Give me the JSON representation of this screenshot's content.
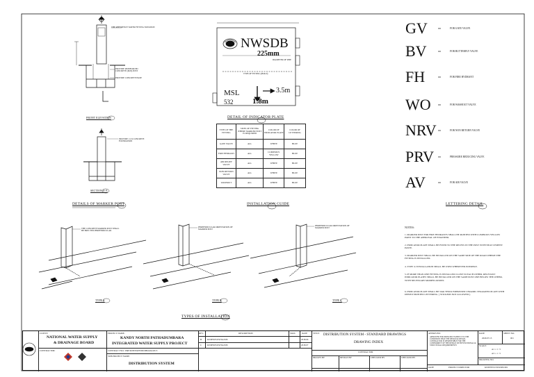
{
  "marker_post": {
    "front_elevation_label": "FRONT ELEVATION",
    "section_label": "SECTION A-A",
    "caption": "DETAILS OF MARKER POST",
    "note_top": "THE REFERENCE WATER FITTING NOTATION",
    "note_mid": "PROVIDE REINFORCED CONCRETE (M20) POST",
    "note_low": "PROVIDE CONCRETE BASE",
    "note_section": "PROVIDE 1:2:4 CONCRETE FOUNDATION"
  },
  "indicator_plate": {
    "logo_text": "NWSDB",
    "pipe_size": "225mm",
    "pipe_size_note": "DIAMETER OF PIPE",
    "distance": "3.5m",
    "msl_label": "MSL",
    "msl_value": "532",
    "depth": "1.8m",
    "center_note": "TYPE OF FITTING (BOLD)",
    "caption": "DETAIL OF INDICATOR PLATE"
  },
  "installation_guide": {
    "caption": "INSTALLATION GUIDE",
    "headers": [
      "TYPE OF THE FITTING",
      "SIZES OF FITTING WHERE MARKER POST IS REQUIRED",
      "COLOR OF INDICATOR PLATE",
      "COLOR OF LETTERING"
    ],
    "rows": [
      [
        "GATE VALVE",
        "ALL",
        "WHITE",
        "BLUE"
      ],
      [
        "FIRE HYDRANT",
        "ALL",
        "LUMINOUS YELLOW",
        "BLUE"
      ],
      [
        "AIR RELIEF VALVE",
        "ALL",
        "WHITE",
        "BLUE"
      ],
      [
        "NON RETURN VALVE",
        "ALL",
        "WHITE",
        "BLUE"
      ],
      [
        "WASHOUT",
        "ALL",
        "WHITE",
        "BLUE"
      ]
    ]
  },
  "lettering": {
    "caption": "LETTERING DETAIL",
    "items": [
      {
        "code": "GV",
        "desc": "FOR GATE VALVE"
      },
      {
        "code": "BV",
        "desc": "FOR BUTTERFLY VALVE"
      },
      {
        "code": "FH",
        "desc": "FOR FIRE HYDRANT"
      },
      {
        "code": "WO",
        "desc": "FOR WASHOUT VALVE"
      },
      {
        "code": "NRV",
        "desc": "FOR NON RETURN VALVE"
      },
      {
        "code": "PRV",
        "desc": "PRESSURE REDUCING VALVE"
      },
      {
        "code": "AV",
        "desc": "FOR AIR VALVE"
      }
    ]
  },
  "notes": {
    "title": "NOTES:",
    "items": [
      "1. MARKER POST FOR FIRE HYDRANTS SHALL BE PAINTED WITH LUMINOUS YELLOW PAINT TO THE APPROVAL OF ENGINEER.",
      "2. INDICATOR PLATE SHALL BE FIXED TO THE RECESS IN THE POST WITH NEAT CEMENT PASTE.",
      "3. MARKER POST SHALL BE INSTALLED ON THE SAME SIDE OF THE ROAD WHERE THE FITTING IS INSTALLED.",
      "4. TYPE 'A' INSTALLATION SHALL BE USED WHEREVER POSSIBLE.",
      "5. IF MORE THAN ONE FITTING IS INSTALLED CLOSE TO EACH OTHER, RELEVANT INDICATOR PLATES SHALL BE INSTALLED ON THE SAME POST ONE BELOW THE OTHER, WITH NECESSARY MODIFICATIONS.",
      "6. INDICATOR PLATE SHALL BE 5mm THICK EMBOSSED CERAMIC ENGRAVED PLATE WITH DEEPLY PRINTED LETTERING. ( STICKERS NOT ALLOWED )."
    ]
  },
  "installation_types": {
    "caption": "TYPES OF INSTALLATION",
    "type_a": "TYPE A",
    "type_b": "TYPE B",
    "type_c": "TYPE C",
    "note_a": "THE CONCRETE MARKER POST SHALL BE ERECTED PERPENDICULAR",
    "note_b": "PERPENDICULAR ORIENTATION OF MARKER POST",
    "note_c": "PERPENDICULAR ORIENTATION OF MARKER POST"
  },
  "title_block": {
    "client_label": "CLIENT:",
    "client_name_1": "NATIONAL WATER SUPPLY",
    "client_name_2": "& DRAINAGE BOARD",
    "contractor_label": "CONTRACTOR:",
    "project_label": "PROJECT NAME:",
    "project_name_1": "KANDY NORTH PATHADUMBARA",
    "project_name_2": "INTEGRATED WATER SUPPLY PROJECT",
    "contract_no": "CONTRACT NO.: P&P/KNP/PATH/DUMBARA/2015",
    "sub_project_label": "SUB-PROJECT NAME:",
    "sub_project": "DISTRIBUTION SYSTEM",
    "rev_headers": [
      "REV.",
      "DESCRIPTION",
      "SIGN.",
      "DATE"
    ],
    "revisions": [
      {
        "rev": "B",
        "desc": "KNIPIWS/DWTA/DIS",
        "date": "2018.06"
      },
      {
        "rev": "C",
        "desc": "KNIPIWS/DWTA/DIS",
        "date": "2018.07"
      }
    ],
    "title_label": "TITLE:",
    "title_1": "DISTRIBUTION SYSTEM - STANDARD DRAWINGS",
    "title_2": "DRAWING INDEX",
    "contractor_row": "CONTRACTOR",
    "sign_headers": [
      "DRAWN BY",
      "DESIGN BY",
      "CHECKED BY",
      "CHECKED BY"
    ],
    "approved_label": "APPROVED:",
    "approved_text": "APPROVED FOR PRINCIPLE SUBJECT TO THE CONDITION THAT THE DESIGN & DETAIL CONTRACTOR IS RESPONSIBLE FOR THE CONFORMITY OF THE DESIGN WITH FUNCTIONAL & STRUCTURAL REQUIREMENTS",
    "date_label": "DATE",
    "date_value": "2020.07.13",
    "sheet_label": "SHEET NO.",
    "sheet_value": "001",
    "scale_label": "SCALE:",
    "scale_a1": "A1 = 1 : 5",
    "scale_a3": "A3 = 1 : 5",
    "drawing_no_label": "DRAWING NO.",
    "drawing_no": "KNP/PIWS/STD/DIS/001",
    "project_director": "PROJECT DIRECTOR"
  }
}
